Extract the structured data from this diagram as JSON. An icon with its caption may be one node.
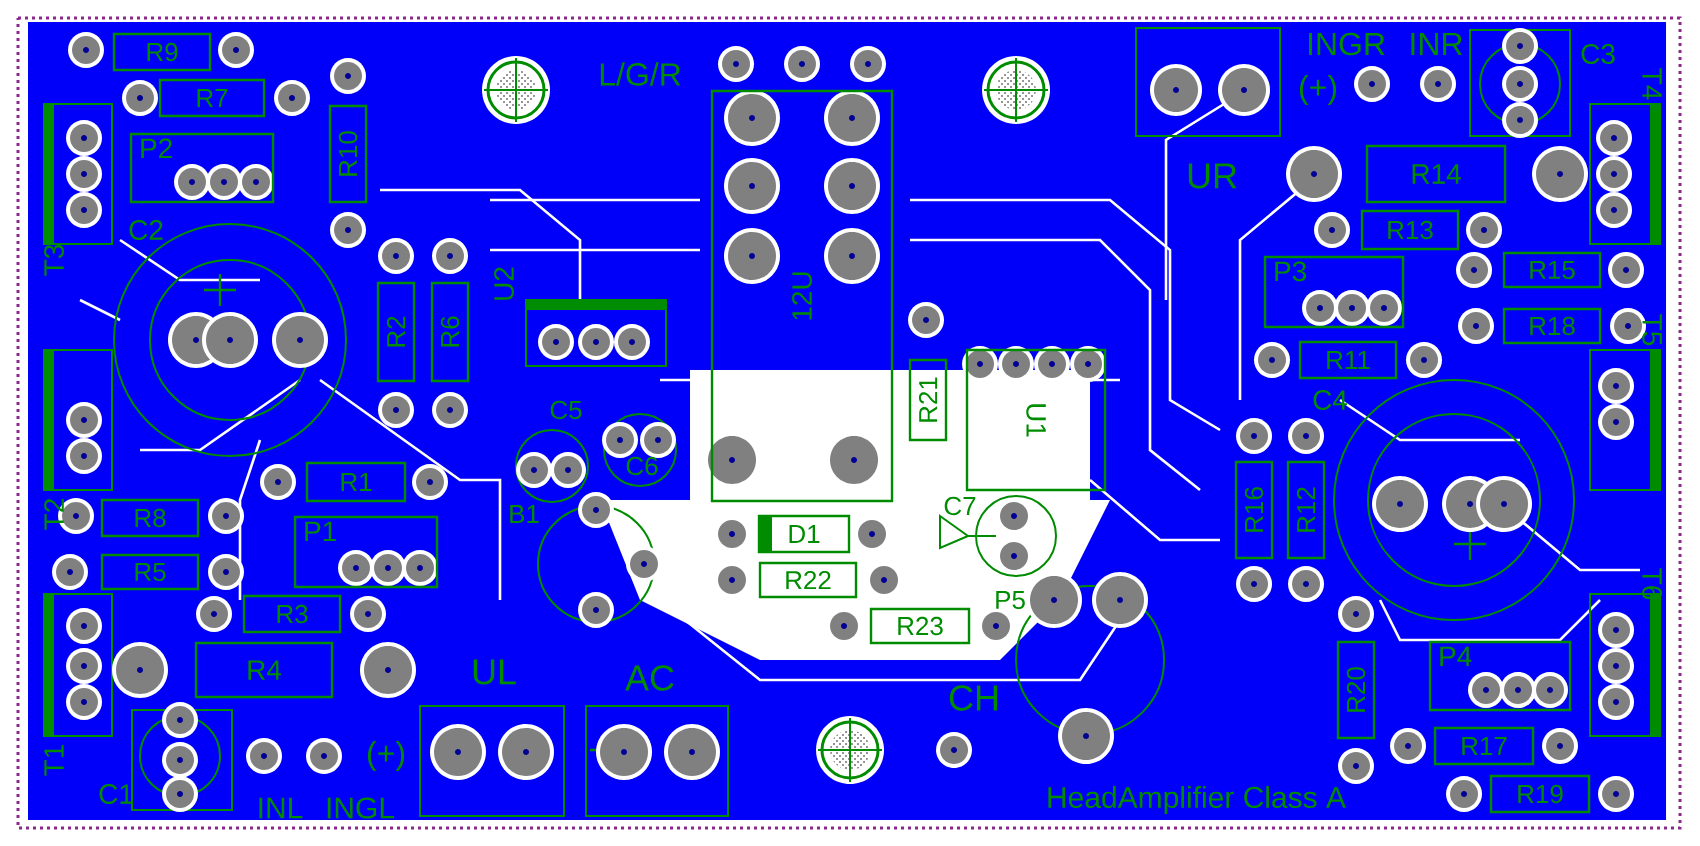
{
  "diagram": {
    "nodes": [
      {
        "text": [
          "R9"
        ]
      },
      {
        "text": [
          "R7"
        ]
      },
      {
        "text": [
          "R10"
        ]
      },
      {
        "text": [
          "P2"
        ]
      },
      {
        "text": [
          "R14"
        ]
      },
      {
        "text": [
          "R13"
        ]
      },
      {
        "text": [
          "R15"
        ]
      },
      {
        "text": [
          "P3"
        ]
      },
      {
        "text": [
          "12U"
        ]
      },
      {
        "text": [
          "R18"
        ]
      },
      {
        "text": [
          "R2"
        ]
      },
      {
        "text": [
          "R6"
        ]
      },
      {
        "text": [
          "R11"
        ]
      },
      {
        "text": [
          "R21"
        ]
      },
      {
        "text": [
          "U1"
        ]
      },
      {
        "text": [
          "R1"
        ]
      },
      {
        "text": [
          "R16"
        ]
      },
      {
        "text": [
          "R12"
        ]
      },
      {
        "text": [
          "R8"
        ]
      },
      {
        "text": [
          "D1"
        ]
      },
      {
        "text": [
          "P1"
        ]
      },
      {
        "text": [
          "R5"
        ]
      },
      {
        "text": [
          "R22"
        ]
      },
      {
        "text": [
          "R3"
        ]
      },
      {
        "text": [
          "R23"
        ]
      },
      {
        "text": [
          "R4"
        ]
      },
      {
        "text": [
          "P4"
        ]
      },
      {
        "text": [
          "R20"
        ]
      },
      {
        "text": [
          "R17"
        ]
      },
      {
        "text": [
          "R19"
        ]
      }
    ],
    "labels": [
      "INGR",
      "INR",
      "C3",
      "L/G/R",
      "T4",
      "(+)",
      "UR",
      "C2",
      "T3",
      "U2",
      "T5",
      "C4",
      "C5",
      "C6",
      "B1",
      "C7",
      "T2",
      "T6",
      "P5",
      "UL",
      "AC",
      "CH",
      "(+)",
      "T1",
      "C1",
      "HeadAmplifier Class A",
      "INL",
      "INGL"
    ]
  }
}
